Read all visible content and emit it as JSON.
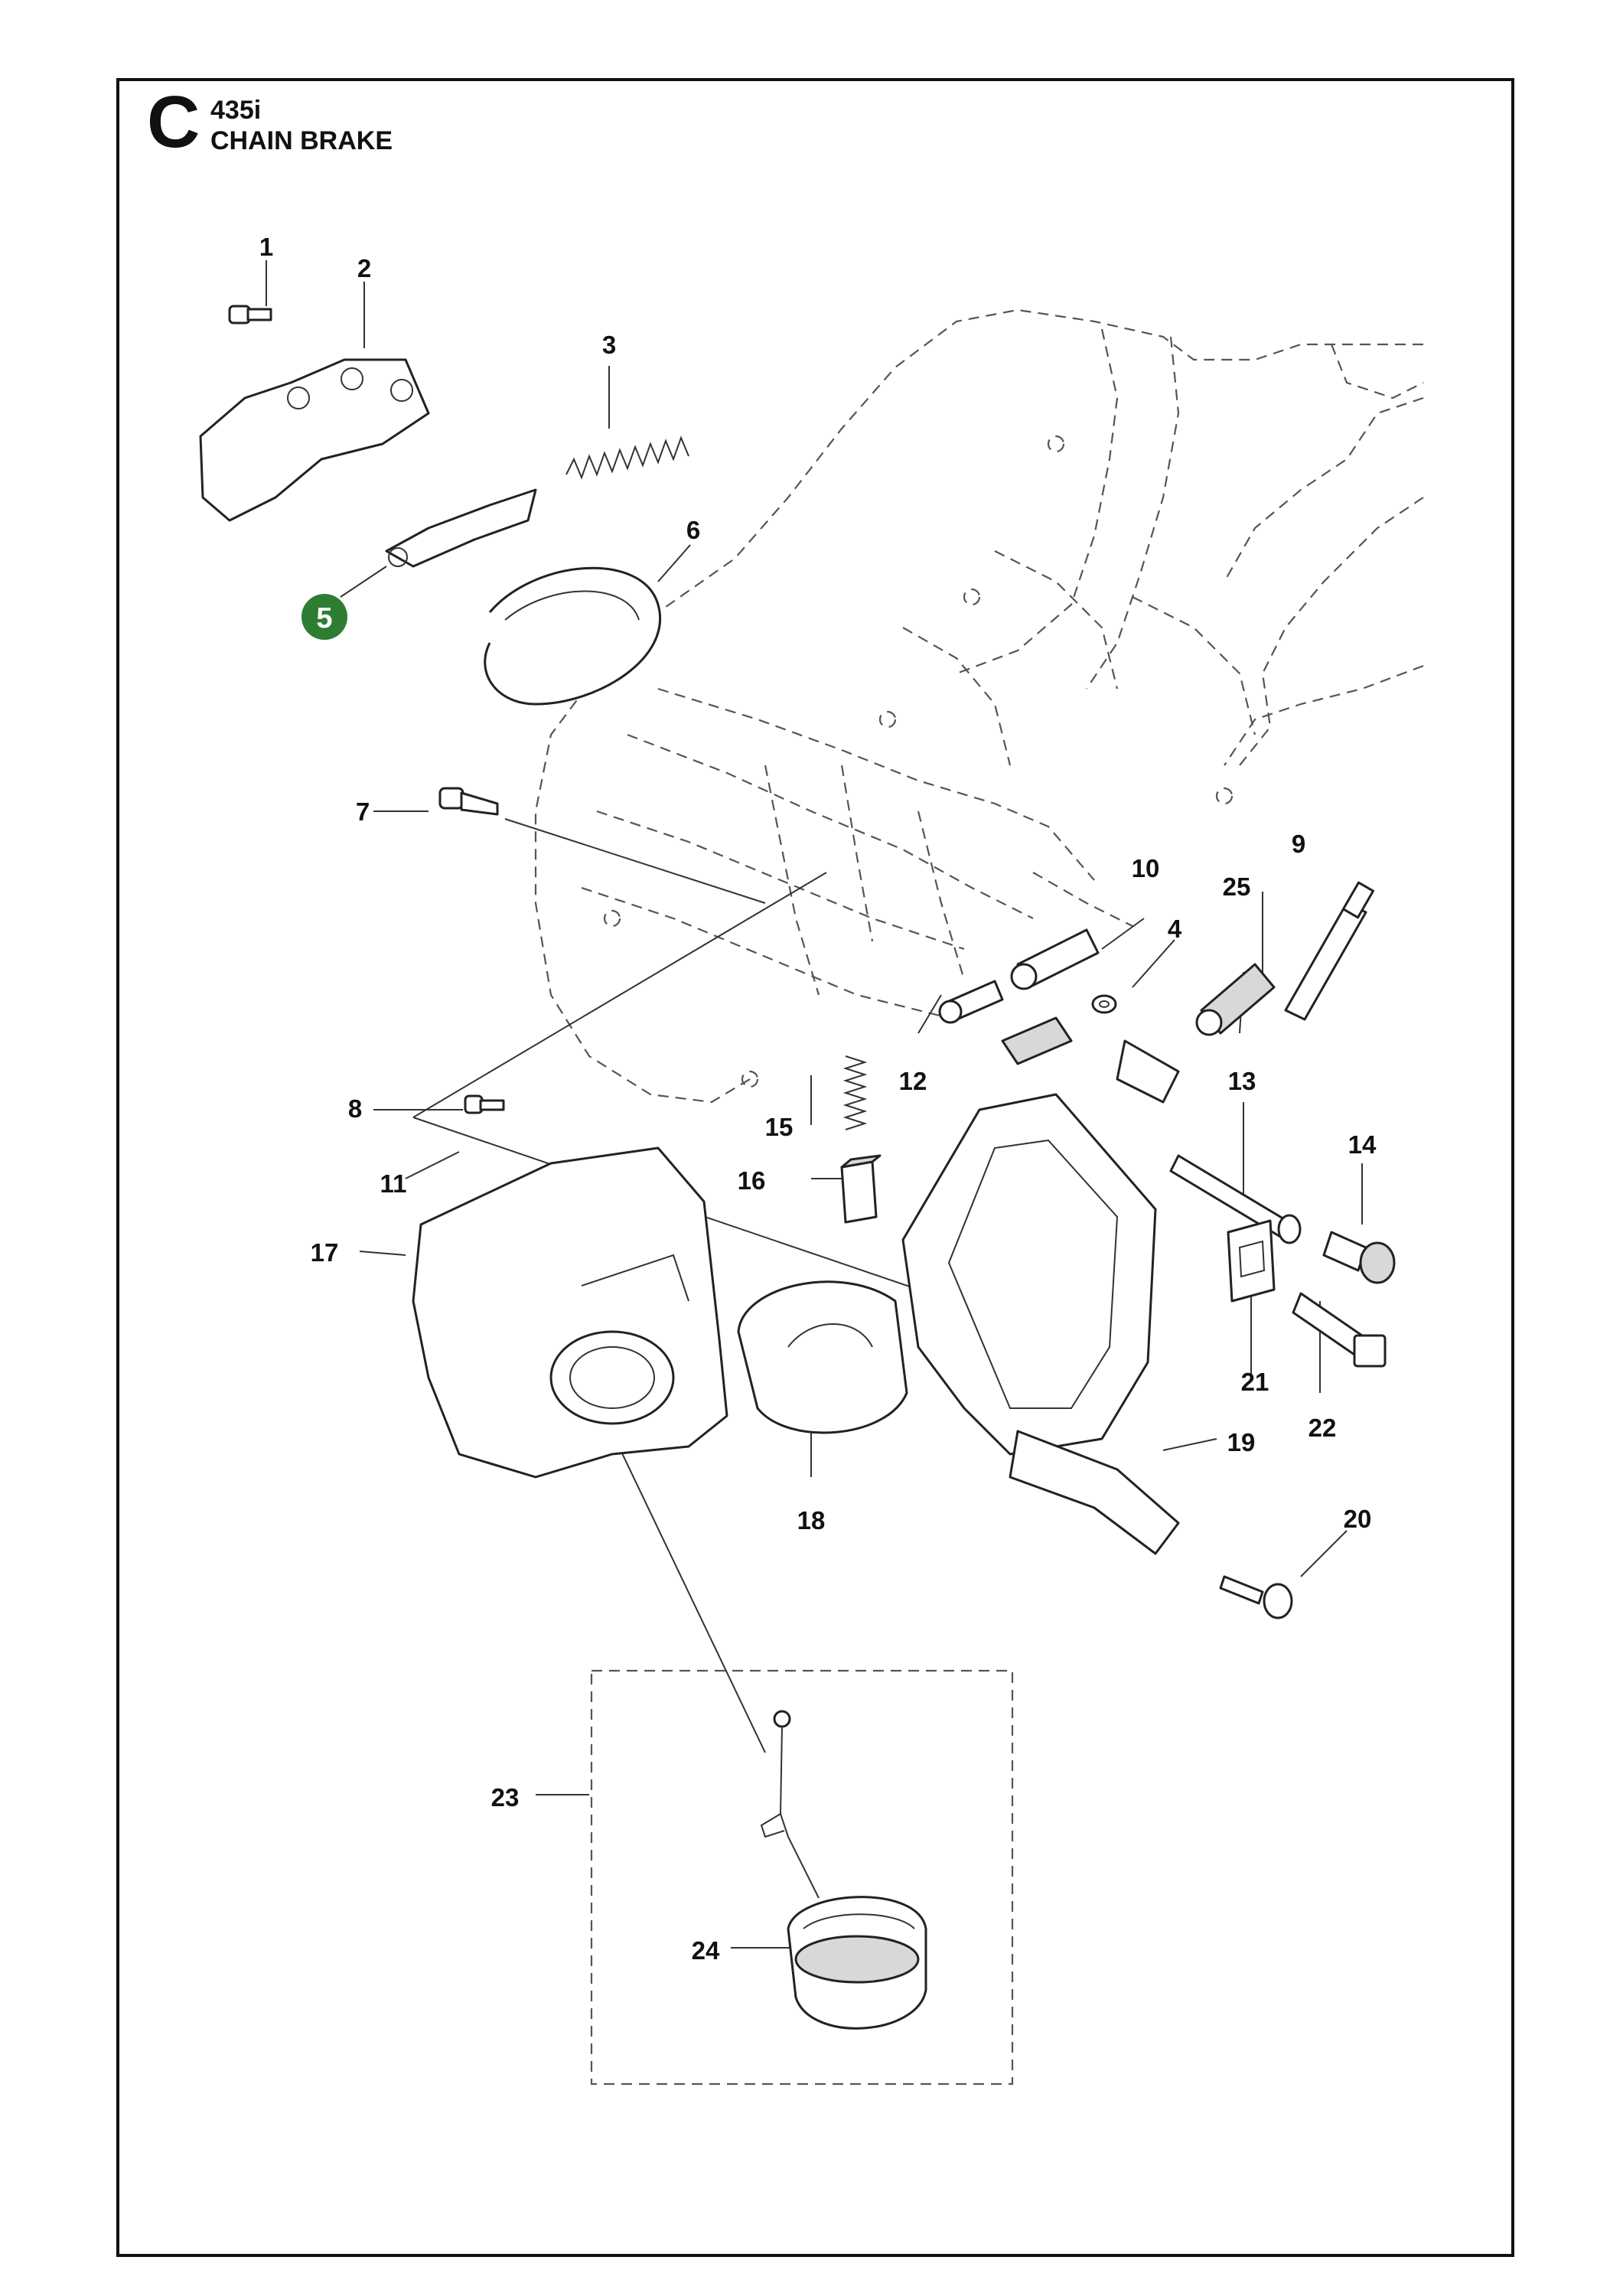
{
  "header": {
    "section_letter": "C",
    "model": "435i",
    "title": "CHAIN BRAKE"
  },
  "highlight_color": "#2f7d32",
  "callouts": [
    {
      "id": "c1",
      "label": "1"
    },
    {
      "id": "c2",
      "label": "2"
    },
    {
      "id": "c3",
      "label": "3"
    },
    {
      "id": "c4",
      "label": "4"
    },
    {
      "id": "c5",
      "label": "5",
      "highlighted": true
    },
    {
      "id": "c6",
      "label": "6"
    },
    {
      "id": "c7",
      "label": "7"
    },
    {
      "id": "c8",
      "label": "8"
    },
    {
      "id": "c9",
      "label": "9"
    },
    {
      "id": "c10",
      "label": "10"
    },
    {
      "id": "c11",
      "label": "11"
    },
    {
      "id": "c12",
      "label": "12"
    },
    {
      "id": "c13",
      "label": "13"
    },
    {
      "id": "c14",
      "label": "14"
    },
    {
      "id": "c15",
      "label": "15"
    },
    {
      "id": "c16",
      "label": "16"
    },
    {
      "id": "c17",
      "label": "17"
    },
    {
      "id": "c18",
      "label": "18"
    },
    {
      "id": "c19",
      "label": "19"
    },
    {
      "id": "c20",
      "label": "20"
    },
    {
      "id": "c21",
      "label": "21"
    },
    {
      "id": "c22",
      "label": "22"
    },
    {
      "id": "c23",
      "label": "23"
    },
    {
      "id": "c24",
      "label": "24"
    },
    {
      "id": "c25",
      "label": "25"
    }
  ]
}
